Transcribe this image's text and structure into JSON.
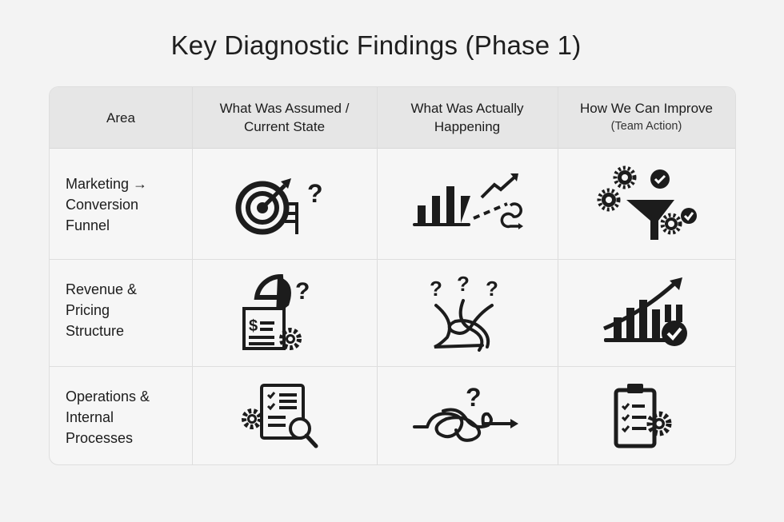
{
  "title": "Key Diagnostic Findings (Phase 1)",
  "table": {
    "headers": [
      {
        "label": "Area"
      },
      {
        "label_line1": "What Was Assumed /",
        "label_line2": "Current State"
      },
      {
        "label_line1": "What Was Actually",
        "label_line2": "Happening"
      },
      {
        "label_line1": "How We Can Improve",
        "label_line2": "(Team Action)"
      }
    ],
    "rows": [
      {
        "area_lines": [
          "Marketing →",
          "Conversion",
          "Funnel"
        ],
        "assumed_icon": "target-ladder-question-icon",
        "actual_icon": "bar-chart-broken-trend-icon",
        "improve_icon": "funnel-gears-checks-icon"
      },
      {
        "area_lines": [
          "Revenue &",
          "Pricing",
          "Structure"
        ],
        "assumed_icon": "pricing-document-pie-question-icon",
        "actual_icon": "tangled-paths-questions-icon",
        "improve_icon": "growth-chart-check-icon"
      },
      {
        "area_lines": [
          "Operations &",
          "Internal",
          "Processes"
        ],
        "assumed_icon": "checklist-gear-magnifier-icon",
        "actual_icon": "tangled-process-question-icon",
        "improve_icon": "clipboard-checklist-gear-icon"
      }
    ]
  }
}
